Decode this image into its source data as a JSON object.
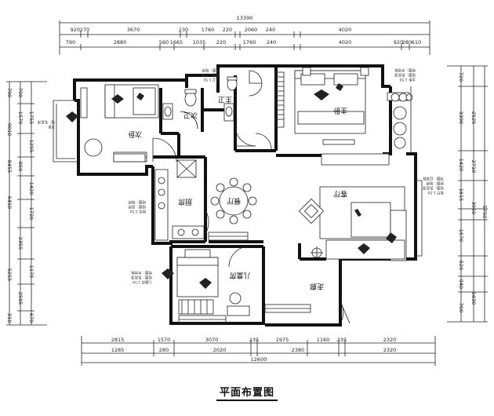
{
  "plan_title": "平面布置图",
  "top_dims": {
    "total": "13390",
    "row1": [
      "920",
      "270",
      "3670",
      "230",
      "1760",
      "220",
      "2060",
      "240",
      "4020"
    ],
    "row2": [
      "790",
      "2880",
      "560",
      "1665",
      "1035",
      "220",
      "1760",
      "240",
      "4020",
      "920",
      "280",
      "610"
    ]
  },
  "bottom_dims": {
    "row1": [
      "2815",
      "1570",
      "3070",
      "235",
      "1975",
      "1160",
      "235",
      "2320"
    ],
    "row2": [
      "1285",
      "280",
      "2020",
      "2380",
      "2320"
    ],
    "total": "12600"
  },
  "left_dims": {
    "outer": [
      "790",
      "9010",
      "8455",
      "6450",
      "5255",
      "310"
    ],
    "inner": [
      "790",
      "1570",
      "1755",
      "850",
      "1295",
      "1420",
      "2355",
      "1720",
      "1170",
      "2585",
      "670"
    ]
  },
  "right_dims": {
    "outer": [
      "2525",
      "2710",
      "5750",
      "3950",
      "1830"
    ],
    "inner": [
      "720",
      "3390",
      "1420",
      "1615",
      "520",
      "1670",
      "940",
      "700"
    ]
  },
  "rooms": {
    "secondary_bedroom": "次卧",
    "secondary_bath": "次卫",
    "master_bath": "主卫",
    "master_bedroom": "主卧",
    "kitchen": "厨房",
    "dining": "餐厅",
    "living": "客厅",
    "kids_room": "儿童房",
    "corridor": "走廊"
  },
  "annotations": {
    "kitchen_note": [
      "厨房 1:50",
      "墙面：瓷砖",
      "地面：地砖"
    ],
    "kids_note": [
      "儿童房 1:50",
      "墙面：乳胶漆",
      "地面：木地板"
    ],
    "bed2_note": [
      "次卧",
      "墙：乳胶漆"
    ],
    "bath_note": [
      "主卫 1:50",
      "墙面：瓷砖",
      "地面：地砖"
    ],
    "master_note": [
      "主卧 1:50",
      "墙面：乳胶漆",
      "地面：木地板"
    ],
    "living_note": [
      "客厅 1:50",
      "墙面：乳胶漆",
      "地面：地砖",
      "顶面：石膏板"
    ]
  }
}
